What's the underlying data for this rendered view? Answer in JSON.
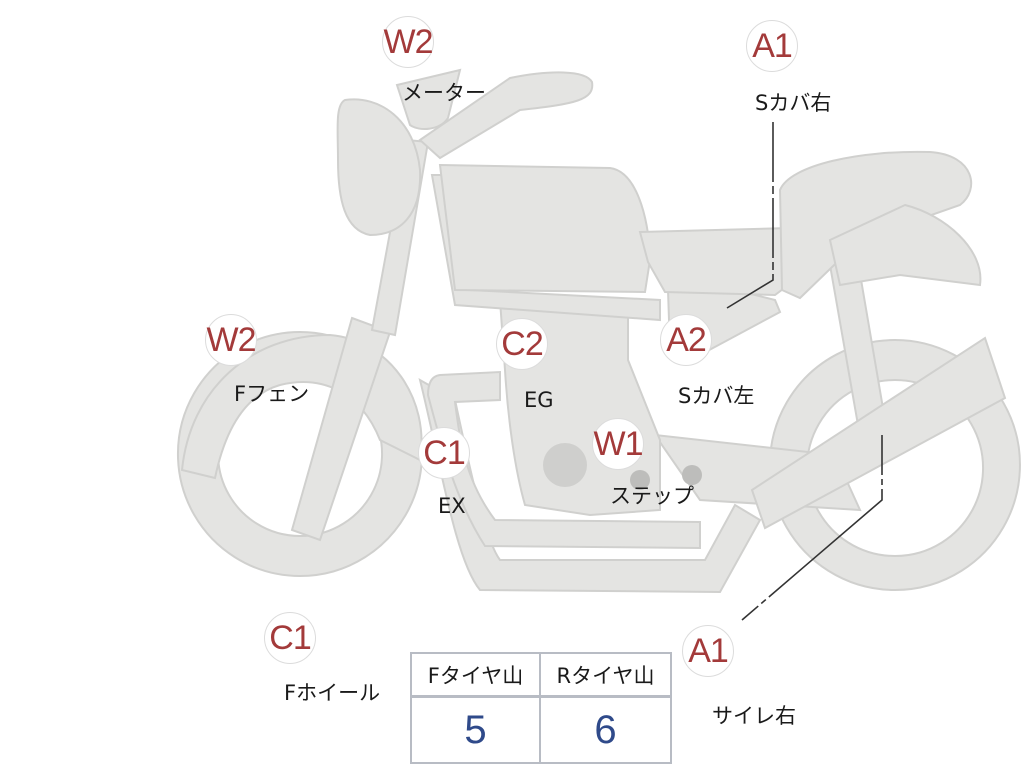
{
  "parts": [
    {
      "id": "meter",
      "code": "W2",
      "label": "メーター"
    },
    {
      "id": "s-cover-right",
      "code": "A1",
      "label": "Sカバ右"
    },
    {
      "id": "f-fender",
      "code": "W2",
      "label": "Fフェン"
    },
    {
      "id": "engine",
      "code": "C2",
      "label": "EG"
    },
    {
      "id": "s-cover-left",
      "code": "A2",
      "label": "Sカバ左"
    },
    {
      "id": "exhaust",
      "code": "C1",
      "label": "EX"
    },
    {
      "id": "step",
      "code": "W1",
      "label": "ステップ"
    },
    {
      "id": "f-wheel",
      "code": "C1",
      "label": "Fホイール"
    },
    {
      "id": "muffler-right",
      "code": "A1",
      "label": "サイレ右"
    }
  ],
  "tire_table": {
    "front_header": "Fタイヤ山",
    "rear_header": "Rタイヤ山",
    "front_value": "5",
    "rear_value": "6"
  },
  "colors": {
    "body_fill": "#e4e4e2",
    "body_stroke": "#d0d0ce",
    "badge_text": "#a33a3a",
    "value_text": "#2f4a8a",
    "table_border": "#b8bcc4"
  }
}
